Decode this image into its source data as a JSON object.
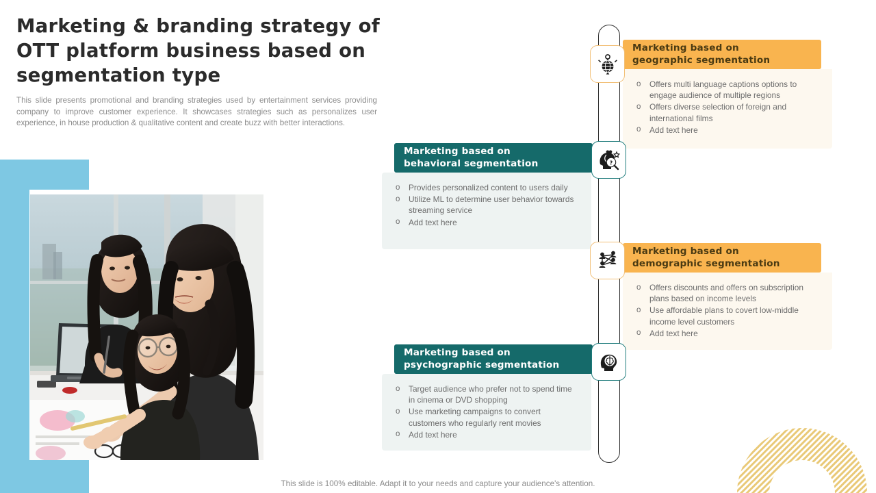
{
  "slide": {
    "title": "Marketing & branding strategy of OTT platform business based on segmentation type",
    "subtitle": "This slide presents promotional and branding strategies used by entertainment services providing company to improve customer experience. It showcases strategies such as personalizes user experience, in house production & qualitative content and create buzz with better interactions.",
    "footer": "This slide is 100% editable. Adapt it to your needs and capture your audience's attention."
  },
  "colors": {
    "orange_header": "#f9b44f",
    "orange_body": "#fdf8ef",
    "teal_header": "#156a6a",
    "teal_body": "#eef3f2",
    "accent_blue": "#7ec8e3",
    "arc_stripe": "#e9c977",
    "spine": "#2f2f2f",
    "title_text": "#2b2b2b",
    "body_text": "#6d6d6d"
  },
  "image": {
    "alt": "three women collaborating at a desk with a laptop near a window"
  },
  "cards": [
    {
      "id": "geographic",
      "side": "right",
      "icon": "globe-icon",
      "title_line1": "Marketing based on",
      "title_line2": "geographic segmentation",
      "bullets": [
        "Offers  multi language  captions options to engage audience of multiple regions",
        "Offers  diverse  selection of foreign and international  films",
        "Add text here"
      ]
    },
    {
      "id": "behavioral",
      "side": "left",
      "icon": "head-search-icon",
      "title_line1": "Marketing based on",
      "title_line2": "behavioral segmentation",
      "bullets": [
        "Provides  personalized  content to users daily",
        "Utilize ML to determine  user behavior towards  streaming service",
        "Add text here"
      ]
    },
    {
      "id": "demographic",
      "side": "right",
      "icon": "people-network-icon",
      "title_line1": "Marketing based on",
      "title_line2": "demographic segmentation",
      "bullets": [
        "Offers  discounts and offers  on subscription plans  based on income levels",
        "Use affordable  plans to covert  low-middle income level  customers",
        "Add text here"
      ]
    },
    {
      "id": "psychographic",
      "side": "left",
      "icon": "head-brain-icon",
      "title_line1": "Marketing based on",
      "title_line2": "psychographic segmentation",
      "bullets": [
        "Target  audience who prefer  not to spend time in cinema or DVD shopping",
        "Use marketing campaigns to convert customers who regularly  rent movies",
        "Add text here"
      ]
    }
  ]
}
